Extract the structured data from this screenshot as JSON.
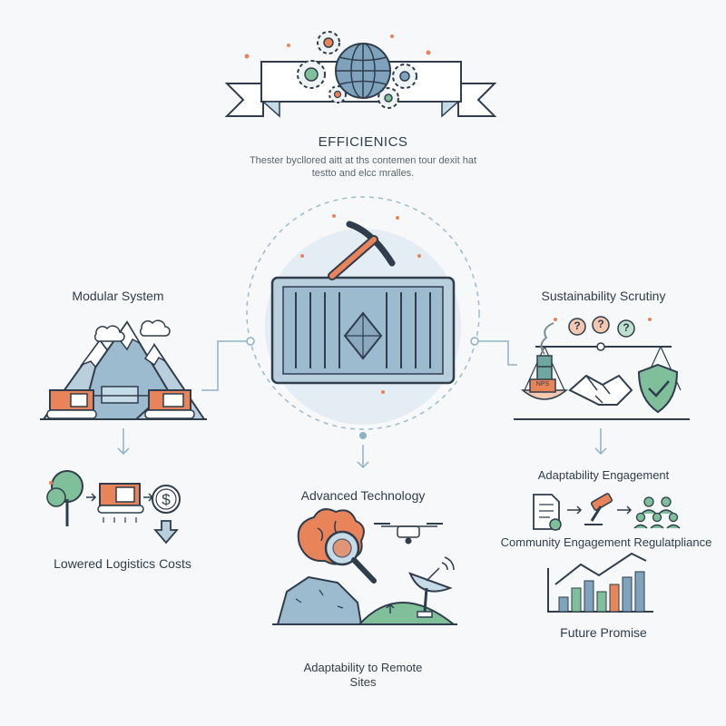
{
  "header": {
    "title": "EFFICIENICS",
    "subtitle_line1": "Thester bycllored aitt at ths contemen tour dexit hat",
    "subtitle_line2": "testto and elcc mralles."
  },
  "left": {
    "modular_label": "Modular System",
    "logistics_label": "Lowered Logistics Costs"
  },
  "center": {
    "advanced_label": "Advanced Technology",
    "remote_label_line1": "Adaptability to Remote",
    "remote_label_line2": "Sites"
  },
  "right": {
    "sustainability_label": "Sustainability Scrutiny",
    "adaptability_label": "Adaptability Engagement",
    "community_label": "Community Engagement Regulatpliance",
    "future_label": "Future Promise",
    "factory_sign": "NPS"
  },
  "colors": {
    "ink": "#2f3d4c",
    "blue": "#7fa3bd",
    "light_blue": "#c6dbe8",
    "orange": "#e8835a",
    "green": "#7fbf9a",
    "teal": "#6fa8a0"
  },
  "icons": [
    "gear-icon",
    "globe-icon",
    "pickaxe-icon",
    "container-icon",
    "mountain-icon",
    "truck-icon",
    "tree-icon",
    "dollar-icon",
    "arrow-down-icon",
    "factory-icon",
    "scale-icon",
    "handshake-icon",
    "shield-check-icon",
    "question-icon",
    "document-icon",
    "gavel-icon",
    "people-icon",
    "bar-chart-icon",
    "brain-icon",
    "magnifier-icon",
    "drone-icon",
    "satellite-dish-icon",
    "rock-icon"
  ]
}
